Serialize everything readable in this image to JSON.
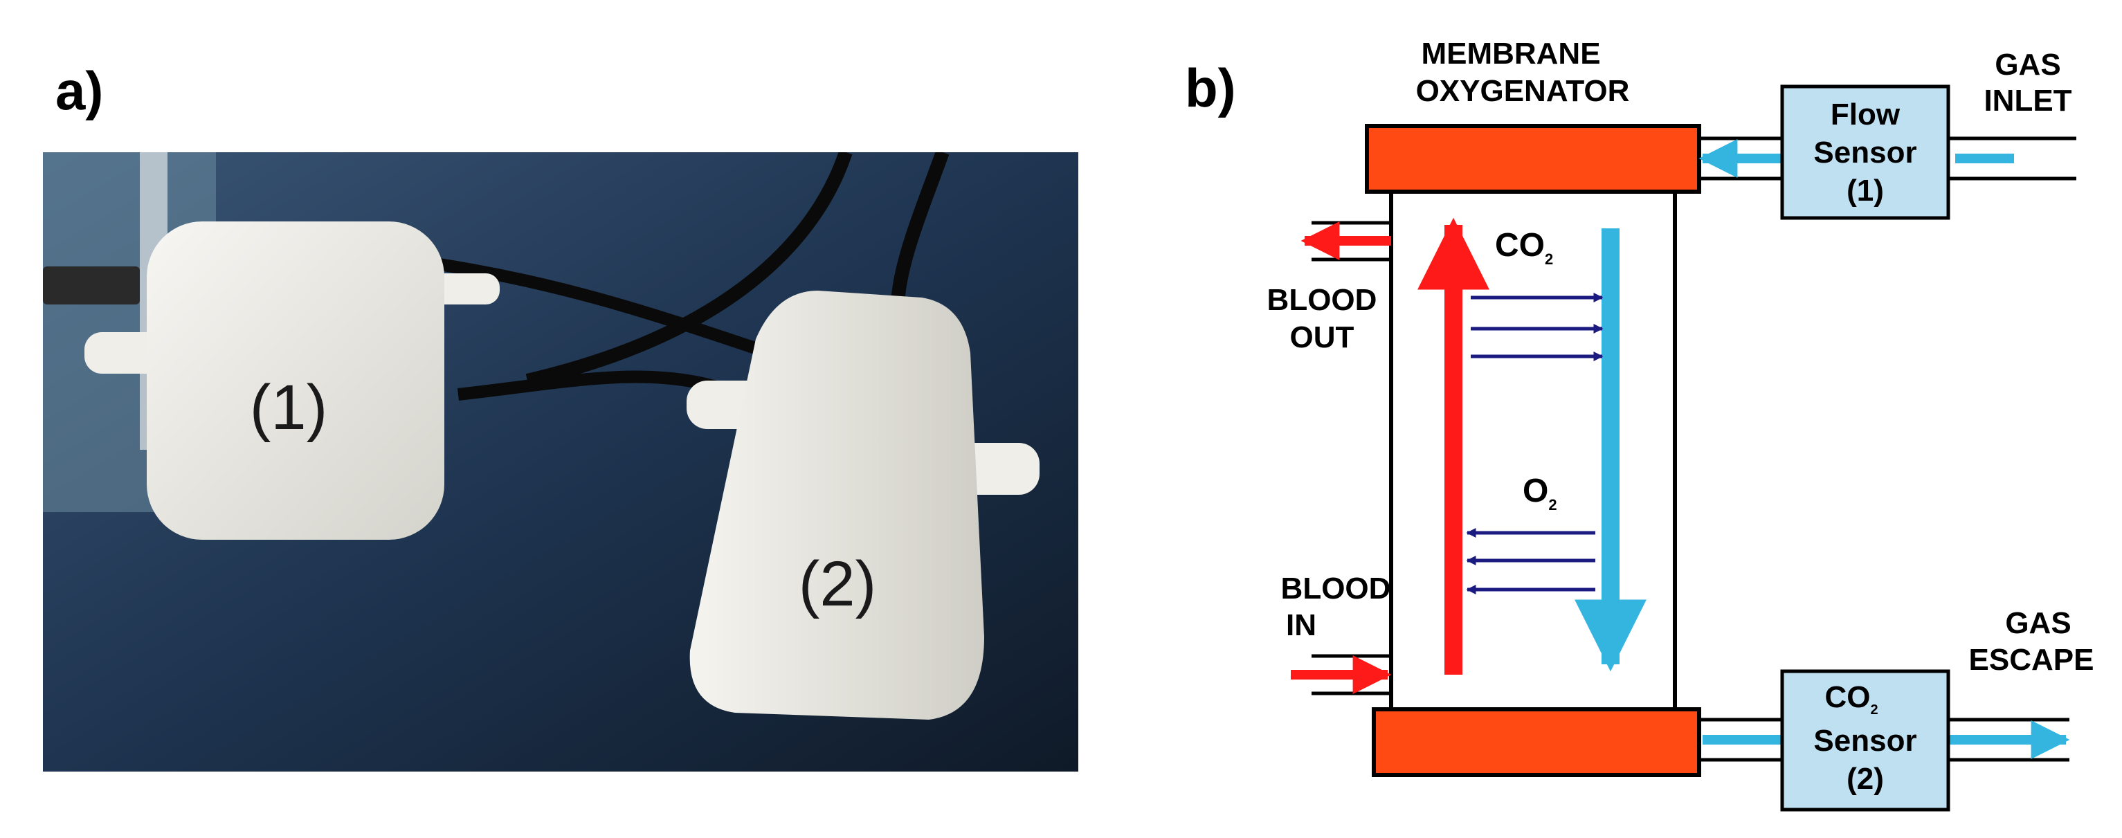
{
  "panels": {
    "a": {
      "label": "a)",
      "photo": {
        "device_1_label": "(1)",
        "device_2_label": "(2)"
      }
    },
    "b": {
      "label": "b)",
      "membrane_oxygenator": [
        "MEMBRANE",
        "OXYGENATOR"
      ],
      "gas_inlet": [
        "GAS",
        "INLET"
      ],
      "gas_escape": [
        "GAS",
        "ESCAPE"
      ],
      "blood_out": [
        "BLOOD",
        "OUT"
      ],
      "blood_in": [
        "BLOOD",
        "IN"
      ],
      "flow_sensor": [
        "Flow",
        "Sensor",
        "(1)"
      ],
      "co2_sensor": {
        "gas": "CO",
        "subscript": "2",
        "lines": [
          "Sensor",
          "(2)"
        ]
      },
      "co2_label": {
        "gas": "CO",
        "subscript": "2"
      },
      "o2_label": {
        "gas": "O",
        "subscript": "2"
      }
    }
  },
  "colors": {
    "blood": "#ff1a1a",
    "gas": "#33b5e0",
    "exchange_arrows": "#1a1a80",
    "oxygenator_caps": "#ff4a14",
    "sensor_box": "#bfe0f0",
    "table": "#1c2e45",
    "device": "#ecebe6"
  },
  "icons": {
    "photo": "sensor-devices-photo"
  }
}
